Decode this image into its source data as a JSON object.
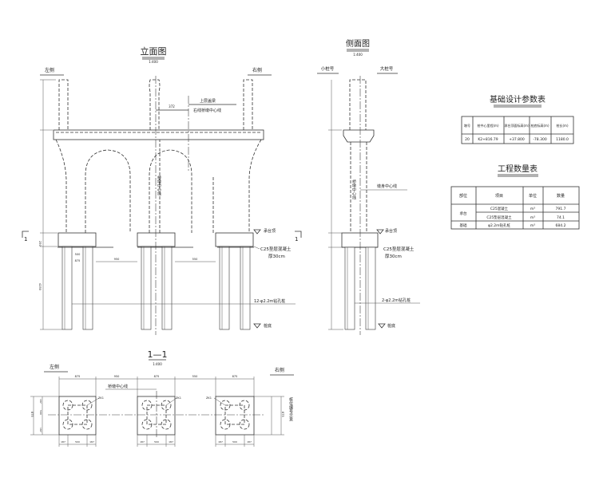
{
  "elevation": {
    "title": "立面图",
    "scale": "1:400",
    "left_label": "左侧",
    "right_label": "右侧",
    "upper_label": "上层盖梁",
    "centerline_label": "右线桥墩中心线",
    "offset_dim": "372",
    "pier_axis": "桥墩中心线",
    "cap_top": "承台顶",
    "cushion": "C25垫层混凝土",
    "cushion_thk": "厚30cm",
    "piles": "12-φ2.2m钻孔桩",
    "pile_bottom": "桩底",
    "section_mark": "1",
    "dims": {
      "cap_w": "875",
      "gap1": "950",
      "gap2": "550",
      "pile_sp": "500",
      "cap_h": "250",
      "pile_len": "4250"
    }
  },
  "side": {
    "title": "侧面图",
    "scale": "1:400",
    "left_label": "小桩号",
    "right_label": "大桩号",
    "pier_axis": "桥墩中心线",
    "shaft_label": "墩身中心线",
    "cap_top": "承台顶",
    "cushion": "C25垫层混凝土",
    "cushion_thk": "厚30cm",
    "piles": "2-φ2.2m钻孔桩",
    "pile_bottom": "桩底"
  },
  "plan": {
    "title": "1—1",
    "scale": "1:400",
    "left_label": "左侧",
    "right_label": "右侧",
    "centerline_label": "桥墩中心线",
    "side_note": "桩位编号示意",
    "pile_tag": "ZK1",
    "dims": [
      "875",
      "950",
      "875",
      "550",
      "875"
    ],
    "sub_dims": [
      "187",
      "500",
      "187"
    ],
    "v_dims": [
      "187",
      "500",
      "187",
      "875"
    ]
  },
  "param_table": {
    "title": "基础设计参数表",
    "headers": [
      "墩号",
      "桩中心里程(m)",
      "承台顶面标高(m)",
      "桩底标高(m)",
      "桩长(m)"
    ],
    "rows": [
      [
        "20",
        "K2+816.79",
        "+37.800",
        "-78.300",
        "1180.0"
      ]
    ]
  },
  "qty_table": {
    "title": "工程数量表",
    "headers": [
      "部位",
      "项目",
      "单位",
      "数量"
    ],
    "rows": [
      [
        "承台",
        "C25混凝土",
        "m³",
        "791.7"
      ],
      [
        "",
        "C25垫层混凝土",
        "m³",
        "74.1"
      ],
      [
        "基础",
        "φ2.2m钻孔桩",
        "m³",
        "684.2"
      ]
    ]
  }
}
